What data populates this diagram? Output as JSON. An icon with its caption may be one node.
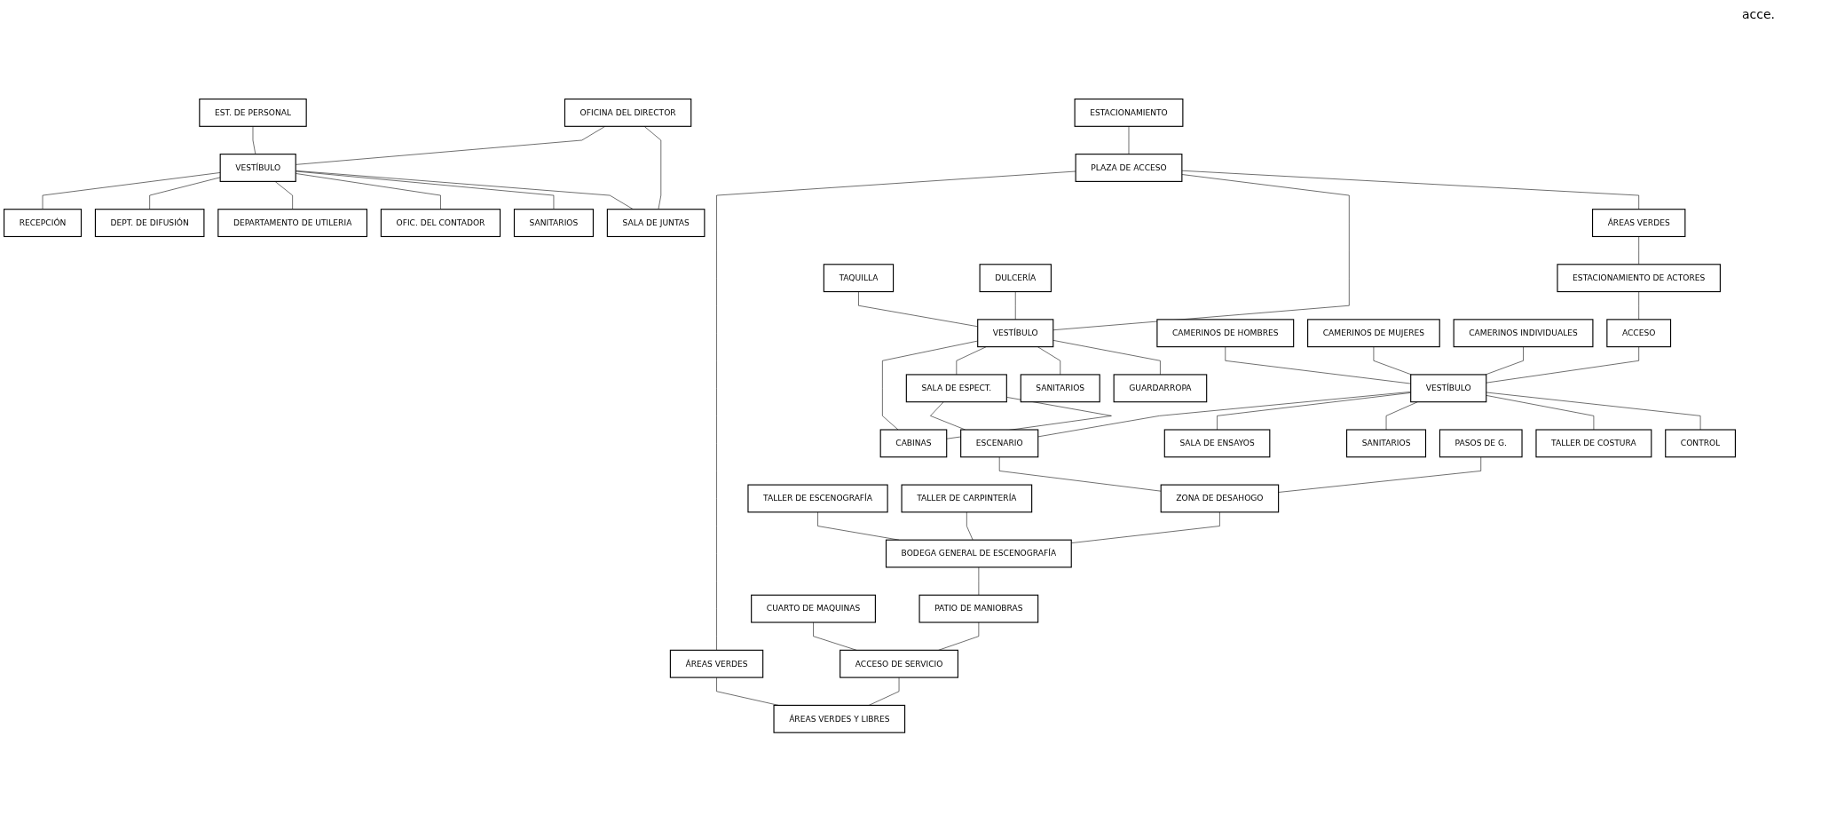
{
  "diagram": {
    "nodes": [
      {
        "text": [
          "ESTACIONAMIENTO"
        ]
      },
      {
        "text": [
          "ESTACIONAMIENTO DE ACTORES"
        ]
      },
      {
        "text": [
          "PLAZA DE ACCESO"
        ]
      },
      {
        "text": [
          "ÁREAS VERDES"
        ]
      },
      {
        "text": [
          "ACCESO"
        ]
      },
      {
        "text": [
          "TAQUILLA"
        ]
      },
      {
        "text": [
          "VESTÍBULO"
        ]
      },
      {
        "text": [
          "GUARDARROPA"
        ]
      },
      {
        "text": [
          "CAMERINOS DE HOMBRES"
        ]
      },
      {
        "text": [
          "VESTÍBULO"
        ]
      },
      {
        "text": [
          "CONTROL"
        ]
      },
      {
        "text": [
          "DULCERÍA"
        ]
      },
      {
        "text": [
          "SANITARIOS"
        ]
      },
      {
        "text": [
          "CAMERINOS DE MUJERES"
        ]
      },
      {
        "text": [
          "TALLER DE COSTURA"
        ]
      },
      {
        "text": [
          "SALA DE ESPECT."
        ]
      },
      {
        "text": [
          "CABINAS"
        ]
      },
      {
        "text": [
          "CAMERINOS INDIVIDUALES"
        ]
      },
      {
        "text": [
          "SANITARIOS"
        ]
      },
      {
        "text": [
          "SALA DE ENSAYOS"
        ]
      },
      {
        "text": [
          "PASOS DE G."
        ]
      },
      {
        "text": [
          "ÁREAS VERDES"
        ]
      },
      {
        "text": [
          "ESCENARIO"
        ]
      },
      {
        "text": [
          "ZONA DE DESAHOGO"
        ]
      },
      {
        "text": [
          "OFICINA DEL DIRECTOR"
        ]
      },
      {
        "text": [
          "SALA DE JUNTAS"
        ]
      },
      {
        "text": [
          "TALLER DE ESCENOGRAFÍA"
        ]
      },
      {
        "text": [
          "BODEGA GENERAL DE ESCENOGRAFÍA"
        ]
      },
      {
        "text": [
          "EST. DE PERSONAL"
        ]
      },
      {
        "text": [
          "VESTÍBULO"
        ]
      },
      {
        "text": [
          "SANITARIOS"
        ]
      },
      {
        "text": [
          "TALLER DE CARPINTERÍA"
        ]
      },
      {
        "text": [
          "OFIC. DEL CONTADOR"
        ]
      },
      {
        "text": [
          "DEPARTAMENTO DE UTILERIA"
        ]
      },
      {
        "text": [
          "PATIO DE MANIOBRAS"
        ]
      },
      {
        "text": [
          "DEPT. DE DIFUSIÓN"
        ]
      },
      {
        "text": [
          "RECEPCIÓN"
        ]
      },
      {
        "text": [
          "CUARTO DE MAQUINAS"
        ]
      },
      {
        "text": [
          "ACCESO DE SERVICIO"
        ]
      },
      {
        "text": [
          "ÁREAS VERDES Y LIBRES"
        ]
      }
    ],
    "edges": [
      {
        "from": 0,
        "to": 2,
        "arrow": "none"
      },
      {
        "from": 2,
        "to": 3,
        "arrow": "none"
      },
      {
        "from": 3,
        "to": 1,
        "arrow": "none"
      },
      {
        "from": 1,
        "to": 4,
        "arrow": "none"
      },
      {
        "from": 4,
        "to": 9,
        "arrow": "none"
      },
      {
        "from": 2,
        "to": 6,
        "arrow": "none"
      },
      {
        "from": 5,
        "to": 6,
        "arrow": "none"
      },
      {
        "from": 6,
        "to": 7,
        "arrow": "none"
      },
      {
        "from": 11,
        "to": 6,
        "arrow": "none"
      },
      {
        "from": 6,
        "to": 12,
        "arrow": "none"
      },
      {
        "from": 6,
        "to": 15,
        "arrow": "none"
      },
      {
        "from": 6,
        "to": 16,
        "arrow": "none"
      },
      {
        "from": 15,
        "to": 16,
        "arrow": "none"
      },
      {
        "from": 15,
        "to": 22,
        "arrow": "none"
      },
      {
        "from": 8,
        "to": 9,
        "arrow": "none"
      },
      {
        "from": 9,
        "to": 10,
        "arrow": "none"
      },
      {
        "from": 13,
        "to": 9,
        "arrow": "none"
      },
      {
        "from": 9,
        "to": 14,
        "arrow": "none"
      },
      {
        "from": 17,
        "to": 9,
        "arrow": "none"
      },
      {
        "from": 9,
        "to": 18,
        "arrow": "none"
      },
      {
        "from": 9,
        "to": 19,
        "arrow": "none"
      },
      {
        "from": 9,
        "to": 22,
        "arrow": "none"
      },
      {
        "from": 22,
        "to": 23,
        "arrow": "none"
      },
      {
        "from": 20,
        "to": 23,
        "arrow": "none"
      },
      {
        "from": 23,
        "to": 27,
        "arrow": "none"
      },
      {
        "from": 26,
        "to": 27,
        "arrow": "none"
      },
      {
        "from": 31,
        "to": 27,
        "arrow": "none"
      },
      {
        "from": 27,
        "to": 34,
        "arrow": "none"
      },
      {
        "from": 34,
        "to": 38,
        "arrow": "none"
      },
      {
        "from": 37,
        "to": 38,
        "arrow": "none"
      },
      {
        "from": 38,
        "to": 39,
        "arrow": "none"
      },
      {
        "from": 2,
        "to": 21,
        "arrow": "none"
      },
      {
        "from": 21,
        "to": 39,
        "arrow": "none"
      },
      {
        "from": 24,
        "to": 25,
        "arrow": "none"
      },
      {
        "from": 24,
        "to": 29,
        "arrow": "none"
      },
      {
        "from": 28,
        "to": 29,
        "arrow": "none"
      },
      {
        "from": 29,
        "to": 25,
        "arrow": "none"
      },
      {
        "from": 29,
        "to": 30,
        "arrow": "none"
      },
      {
        "from": 29,
        "to": 32,
        "arrow": "none"
      },
      {
        "from": 29,
        "to": 33,
        "arrow": "none"
      },
      {
        "from": 29,
        "to": 35,
        "arrow": "none"
      },
      {
        "from": 29,
        "to": 36,
        "arrow": "none"
      }
    ],
    "labels": [
      "acce."
    ]
  }
}
